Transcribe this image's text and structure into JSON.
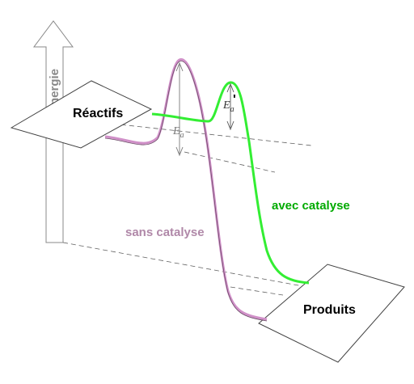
{
  "axis": {
    "label": "Énergie"
  },
  "labels": {
    "reactants": "Réactifs",
    "products": "Produits",
    "without_catalyst": "sans catalyse",
    "with_catalyst": "avec catalyse",
    "ea": "E",
    "ea_sub": "a",
    "ea_prime": "E",
    "ea_prime_sub": "a",
    "ea_prime_mark": "'"
  },
  "colors": {
    "without_catalyst": "#b088a8",
    "with_catalyst": "#00c800",
    "without_catalyst_curve": "#d090c8",
    "with_catalyst_curve": "#33ee33",
    "axis": "#888888",
    "outline": "#404040",
    "dashed": "#606060"
  }
}
